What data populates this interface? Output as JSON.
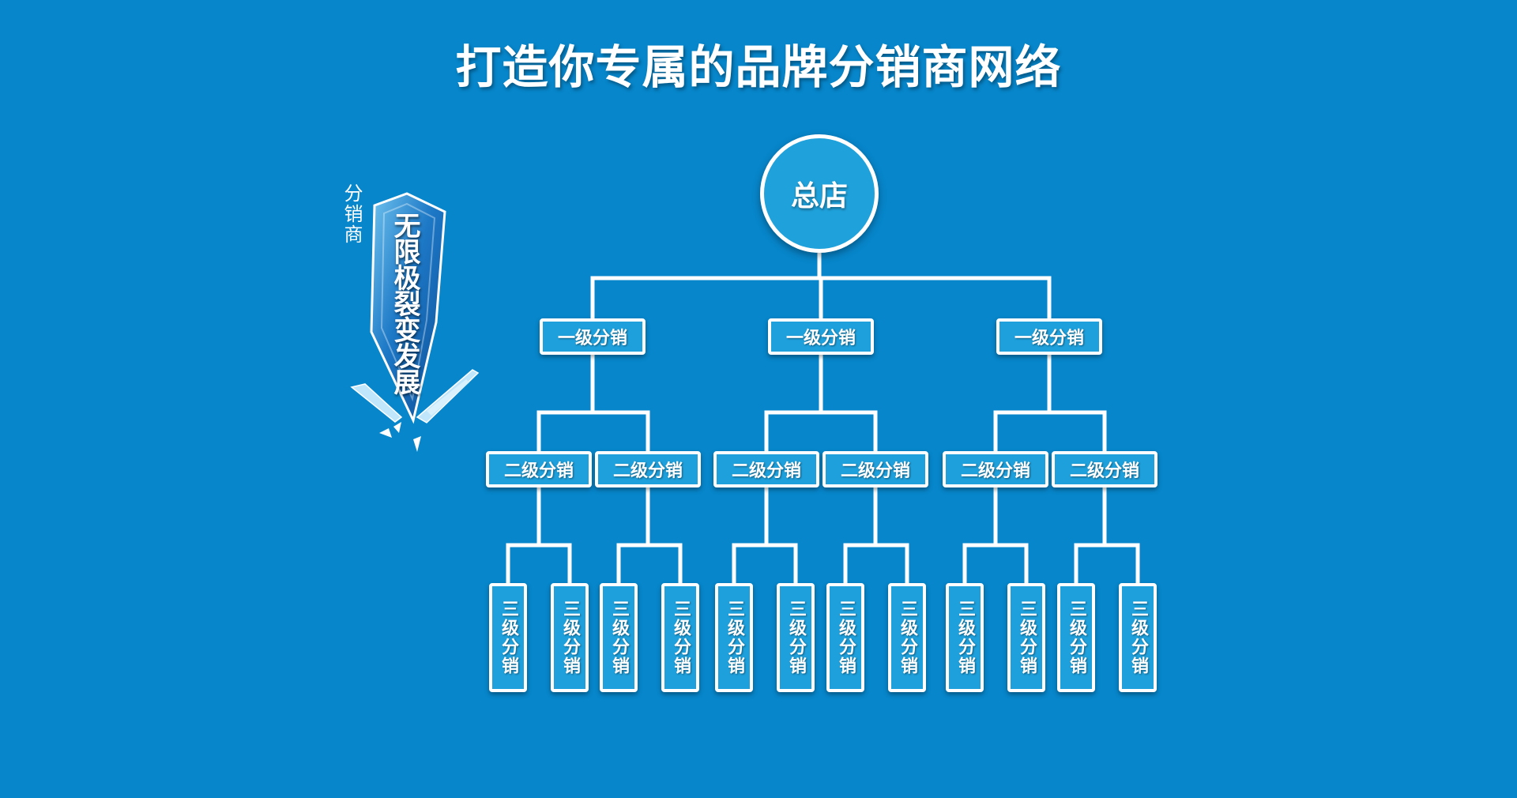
{
  "title": "打造你专属的品牌分销商网络",
  "side": {
    "label": "分销商",
    "crystal_text": "无限极裂变发展"
  },
  "tree": {
    "root": "总店",
    "level1": [
      "一级分销",
      "一级分销",
      "一级分销"
    ],
    "level2": [
      "二级分销",
      "二级分销",
      "二级分销",
      "二级分销",
      "二级分销",
      "二级分销"
    ],
    "level3": [
      "三级分销",
      "三级分销",
      "三级分销",
      "三级分销",
      "三级分销",
      "三级分销",
      "三级分销",
      "三级分销",
      "三级分销",
      "三级分销",
      "三级分销",
      "三级分销"
    ]
  },
  "colors": {
    "background": "#0786cb",
    "node_fill": "#1ea0dc",
    "line": "#ffffff"
  }
}
